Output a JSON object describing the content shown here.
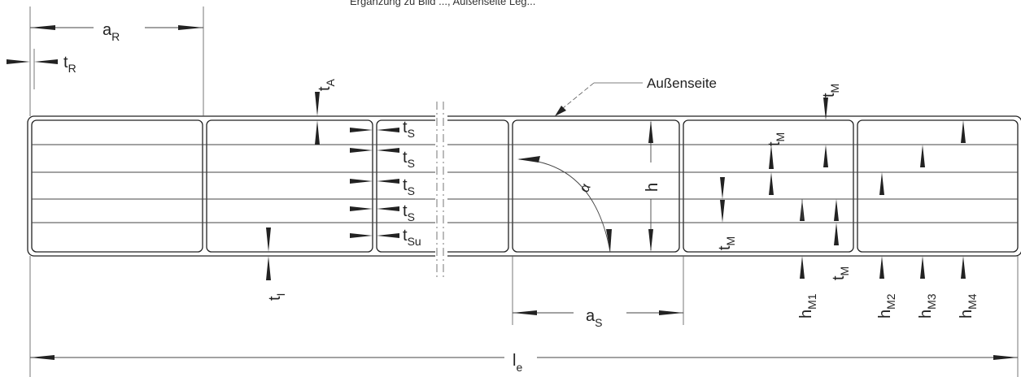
{
  "header_text": "Ergänzung zu Bild ..., Außenseite Leg...",
  "labels": {
    "outer_side": "Außenseite",
    "a": "a",
    "R": "R",
    "t": "t",
    "S": "S",
    "Su": "Su",
    "A": "A",
    "I": "I",
    "M": "M",
    "h": "h",
    "M1": "M1",
    "M2": "M2",
    "M3": "M3",
    "M4": "M4",
    "alpha": "α",
    "l": "l",
    "e": "e"
  }
}
